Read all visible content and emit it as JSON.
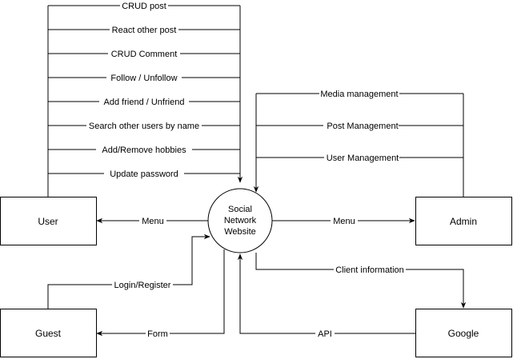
{
  "entities": {
    "user": "User",
    "admin": "Admin",
    "guest": "Guest",
    "google": "Google"
  },
  "process": {
    "line1": "Social",
    "line2": "Network",
    "line3": "Website"
  },
  "flows": {
    "crud_post": "CRUD post",
    "react_post": "React other post",
    "crud_comment": "CRUD Comment",
    "follow": "Follow / Unfollow",
    "add_friend": "Add friend / Unfriend",
    "search_users": "Search other users by name",
    "hobbies": "Add/Remove hobbies",
    "update_password": "Update password",
    "menu_user": "Menu",
    "menu_admin": "Menu",
    "media_mgmt": "Media management",
    "post_mgmt": "Post Management",
    "user_mgmt": "User Management",
    "client_info": "Client information",
    "login_register": "Login/Register",
    "form": "Form",
    "api": "API"
  },
  "colors": {
    "line": "#000000",
    "fill": "#ffffff"
  }
}
